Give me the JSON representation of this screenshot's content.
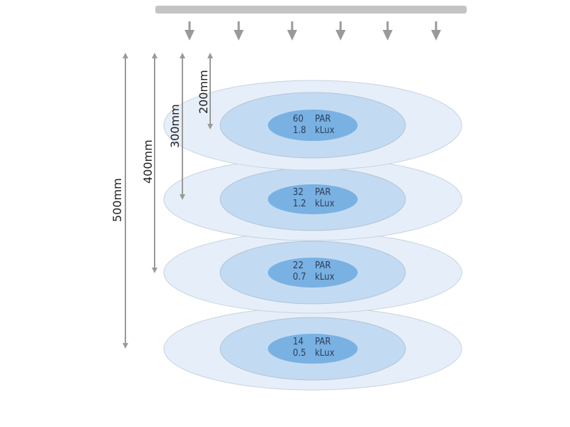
{
  "colors": {
    "bar": "#c4c4c4",
    "arrow": "#9a9a9a",
    "outer": "#e6eff9",
    "middle": "#c3dbf2",
    "inner": "#79b1e2",
    "outline": "#b8c8d8"
  },
  "dimensions": [
    {
      "label": "500mm"
    },
    {
      "label": "400mm"
    },
    {
      "label": "300mm"
    },
    {
      "label": "200mm"
    }
  ],
  "levels": [
    {
      "par": "60",
      "par_unit": "PAR",
      "lux": "1.8",
      "lux_unit": "kLux"
    },
    {
      "par": "32",
      "par_unit": "PAR",
      "lux": "1.2",
      "lux_unit": "kLux"
    },
    {
      "par": "22",
      "par_unit": "PAR",
      "lux": "0.7",
      "lux_unit": "kLux"
    },
    {
      "par": "14",
      "par_unit": "PAR",
      "lux": "0.5",
      "lux_unit": "kLux"
    }
  ]
}
